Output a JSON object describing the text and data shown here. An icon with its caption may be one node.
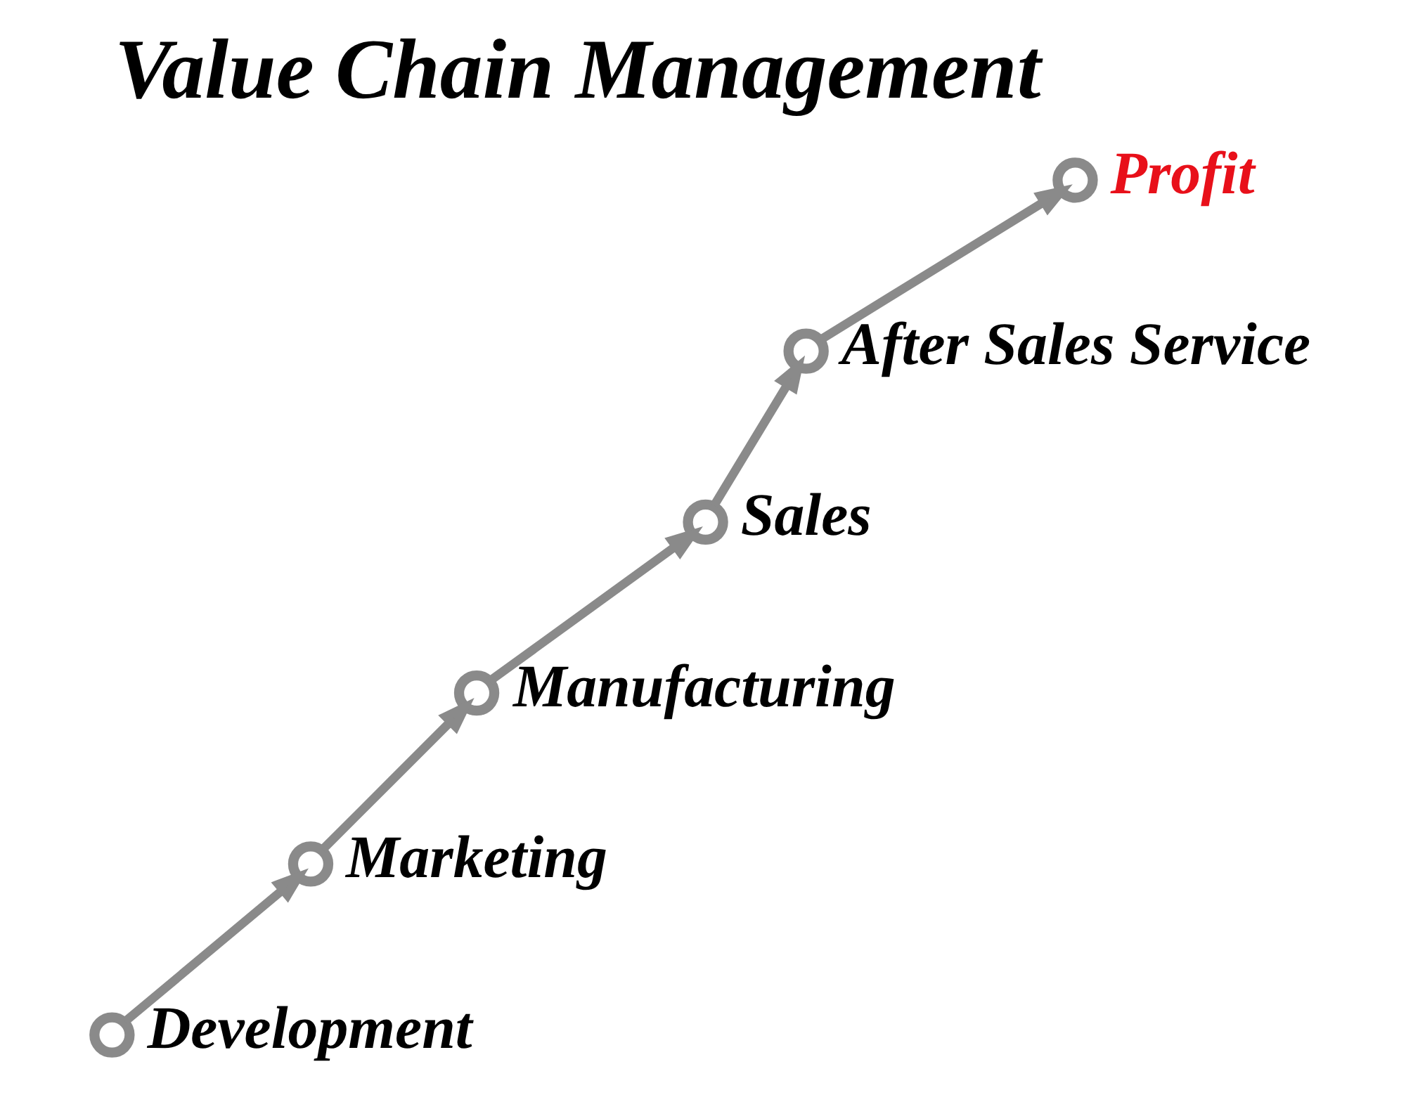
{
  "diagram": {
    "title": "Value Chain Management",
    "nodes": [
      {
        "text": [],
        "shape": "circle",
        "beside": [
          "Development"
        ]
      },
      {
        "text": [],
        "shape": "circle",
        "beside": [
          "Marketing"
        ]
      },
      {
        "text": [],
        "shape": "circle",
        "beside": [
          "Manufacturing"
        ]
      },
      {
        "text": [],
        "shape": "circle",
        "beside": [
          "Sales"
        ]
      },
      {
        "text": [],
        "shape": "circle",
        "beside": [
          "After Sales Service"
        ]
      },
      {
        "text": [],
        "shape": "circle",
        "beside": [
          "Profit"
        ]
      }
    ],
    "edges": [
      {
        "from": 0,
        "to": 1,
        "arrow": "to"
      },
      {
        "from": 1,
        "to": 2,
        "arrow": "to"
      },
      {
        "from": 2,
        "to": 3,
        "arrow": "to"
      },
      {
        "from": 3,
        "to": 4,
        "arrow": "to"
      },
      {
        "from": 4,
        "to": 5,
        "arrow": "to"
      }
    ]
  }
}
